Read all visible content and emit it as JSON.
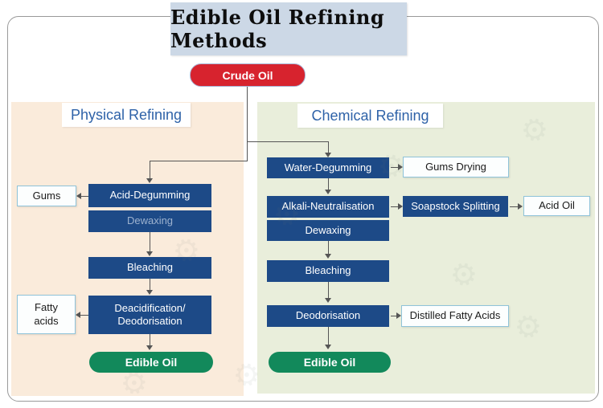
{
  "title": "Edible Oil Refining Methods",
  "crude_oil_label": "Crude Oil",
  "physical": {
    "heading": "Physical Refining",
    "steps": {
      "acid_degumming": "Acid-Degumming",
      "dewaxing": "Dewaxing",
      "bleaching": "Bleaching",
      "deacidification_line1": "Deacidification/",
      "deacidification_line2": "Deodorisation",
      "edible_oil": "Edible Oil"
    },
    "outputs": {
      "gums": "Gums",
      "fatty_line1": "Fatty",
      "fatty_line2": "acids"
    }
  },
  "chemical": {
    "heading": "Chemical Refining",
    "steps": {
      "water_degumming": "Water-Degumming",
      "alkali_neutralisation": "Alkali-Neutralisation",
      "dewaxing": "Dewaxing",
      "bleaching": "Bleaching",
      "deodorisation": "Deodorisation",
      "edible_oil": "Edible Oil"
    },
    "outputs": {
      "gums_drying": "Gums Drying",
      "soapstock_splitting": "Soapstock Splitting",
      "acid_oil": "Acid Oil",
      "distilled_fatty_acids": "Distilled Fatty Acids"
    }
  },
  "colors": {
    "navy": "#1d4a87",
    "red": "#d7232e",
    "green": "#12895b",
    "panel_peach": "#faebdb",
    "panel_green": "#e9eedb",
    "title_bg": "#ccd8e6",
    "heading_text": "#2e62a8",
    "output_box_border": "#8fc3d9",
    "connector_line": "#555555"
  }
}
